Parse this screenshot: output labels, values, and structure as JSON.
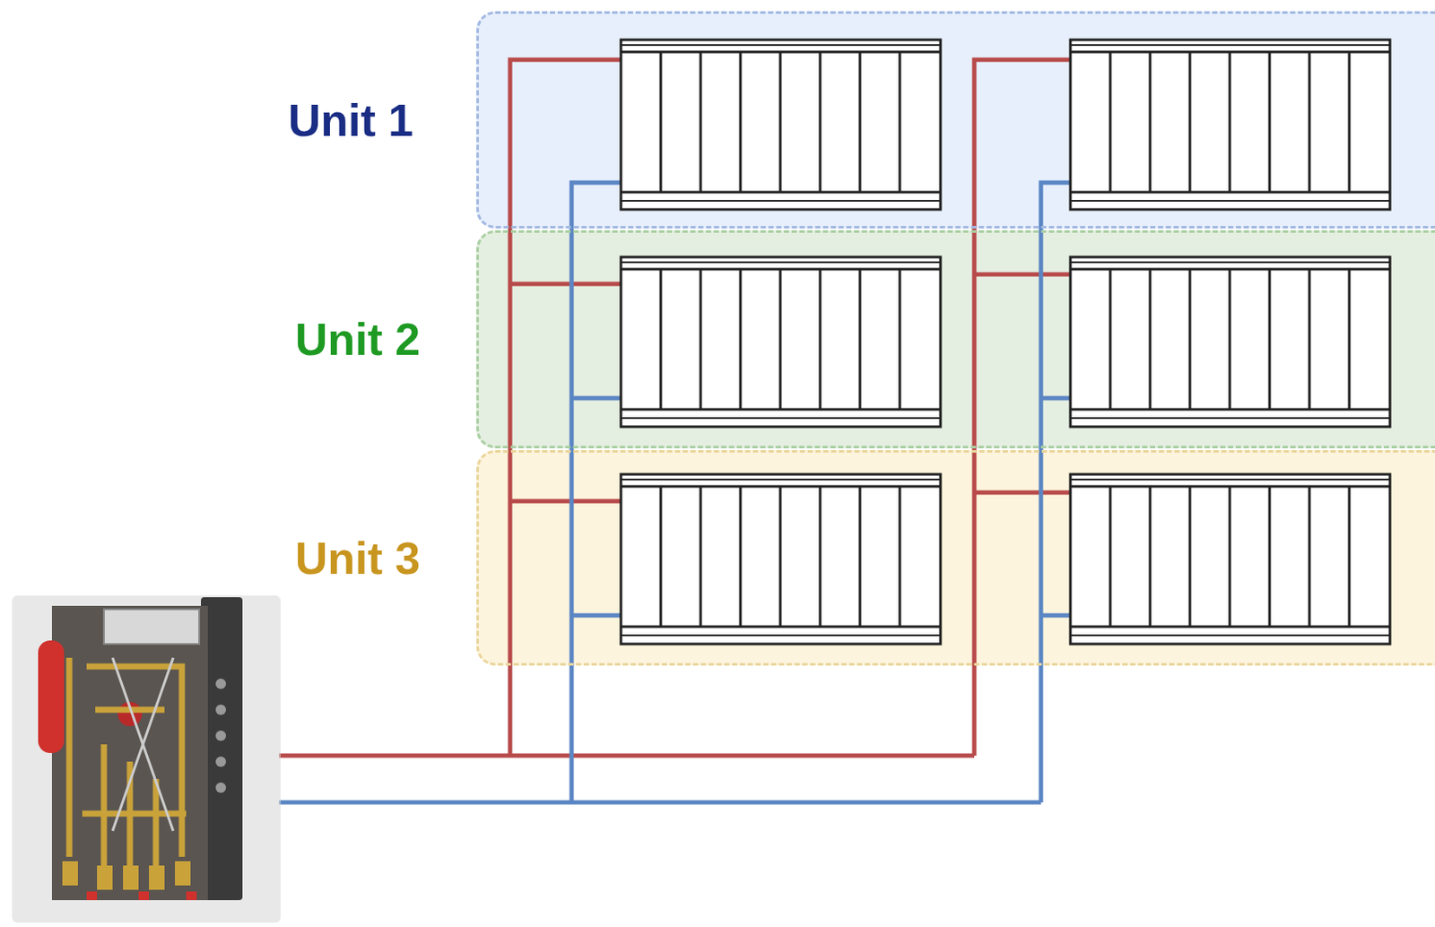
{
  "diagram": {
    "nodes": [
      {
        "text": [
          "Unit 1"
        ]
      },
      {
        "text": [
          "Unit 2"
        ]
      },
      {
        "text": [
          "Unit 3"
        ]
      }
    ]
  }
}
